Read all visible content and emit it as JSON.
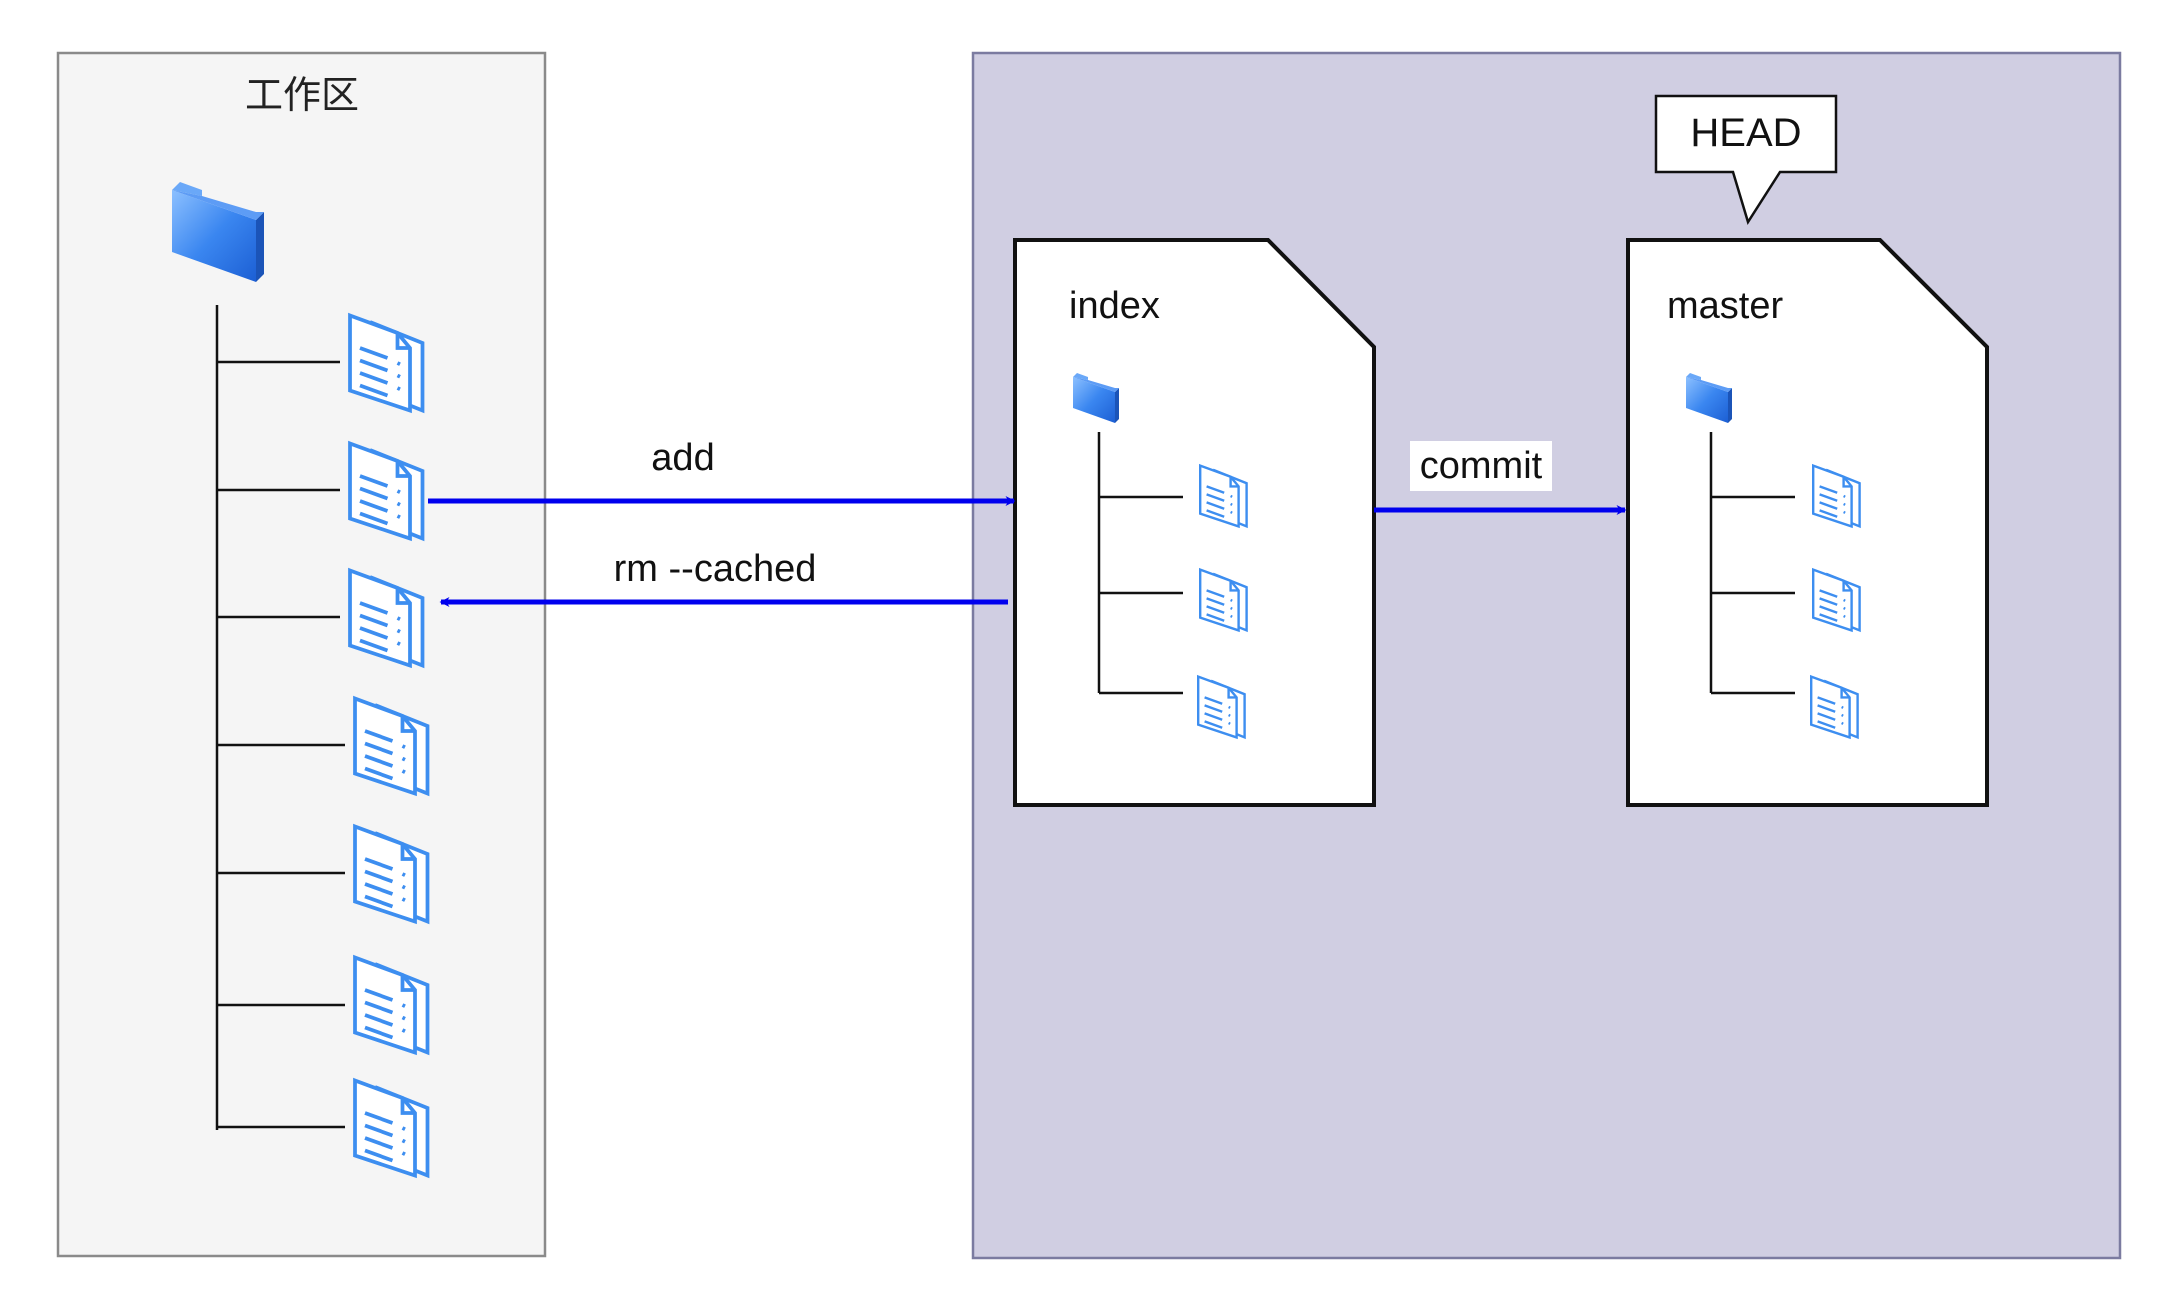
{
  "workspace": {
    "title": "工作区",
    "file_count": 7
  },
  "repository": {
    "index": {
      "label": "index",
      "file_count": 3
    },
    "master": {
      "label": "master",
      "file_count": 3
    },
    "head": {
      "label": "HEAD"
    }
  },
  "edges": {
    "add": "add",
    "rm_cached": "rm --cached",
    "commit": "commit"
  },
  "colors": {
    "workspace_bg": "#f5f5f5",
    "repository_bg": "#d0cee2",
    "arrow": "#0000ee",
    "icon_blue": "#2f7bea",
    "icon_light": "#e7f1ff"
  }
}
